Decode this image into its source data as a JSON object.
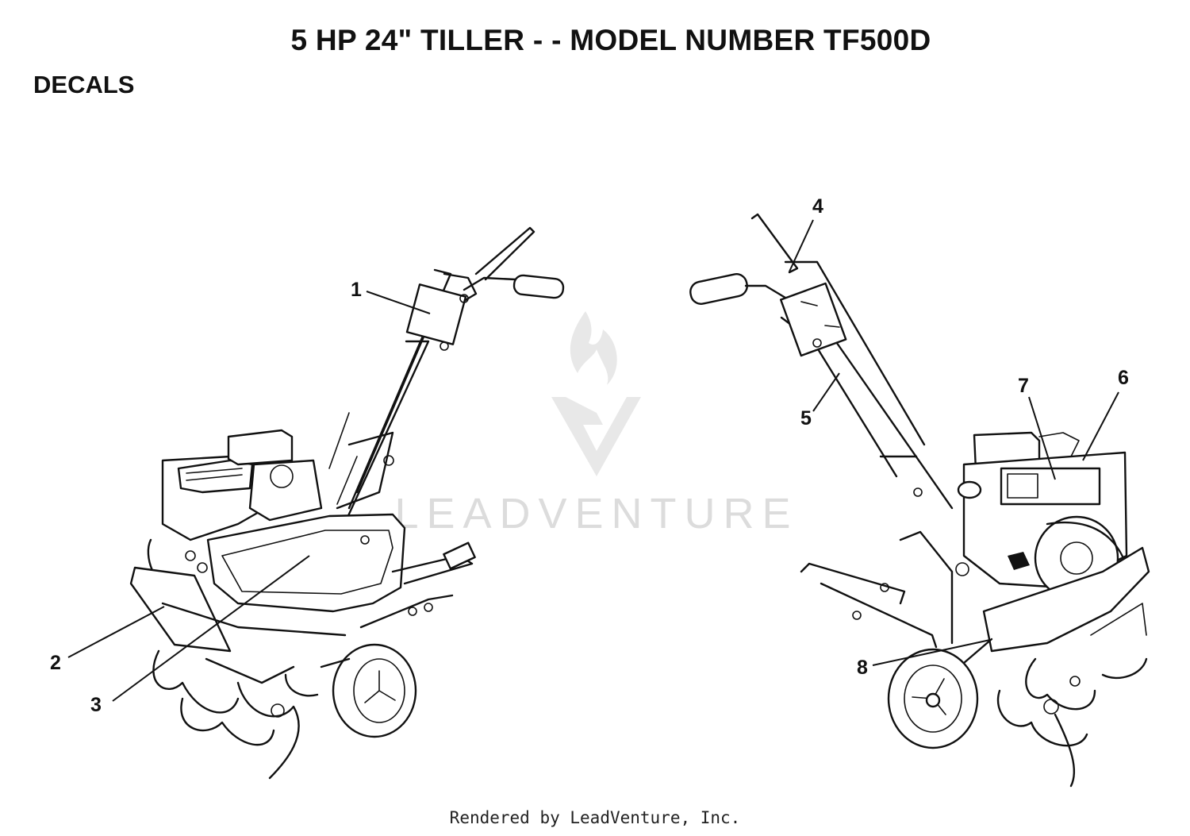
{
  "header": {
    "title": "5 HP 24\" TILLER - - MODEL NUMBER TF500D",
    "section": "DECALS"
  },
  "watermark": {
    "text": "LEADVENTURE"
  },
  "callouts": [
    "1",
    "2",
    "3",
    "4",
    "5",
    "6",
    "7",
    "8"
  ],
  "footer": {
    "text": "Rendered by LeadVenture, Inc."
  }
}
